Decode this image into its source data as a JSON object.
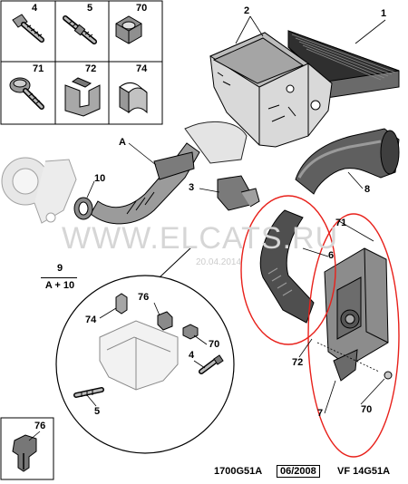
{
  "parts_grid": {
    "cells": [
      {
        "num": "4"
      },
      {
        "num": "5"
      },
      {
        "num": "70"
      },
      {
        "num": "71"
      },
      {
        "num": "72"
      },
      {
        "num": "74"
      }
    ]
  },
  "callouts": {
    "c1": "1",
    "c2": "2",
    "cA": "A",
    "c3": "3",
    "c10": "10",
    "c8": "8",
    "c71": "71",
    "c6": "6",
    "c72": "72",
    "c7": "7",
    "c70": "70"
  },
  "formula": {
    "top": "9",
    "bottom": "A + 10"
  },
  "detail": {
    "c76": "76",
    "c74": "74",
    "c70": "70",
    "c4": "4",
    "c5": "5"
  },
  "corner_box": {
    "num": "76"
  },
  "watermark": {
    "text": "WWW.ELCATS.RU",
    "date": "20.04.2014"
  },
  "footer": {
    "code_left": "1700G51A",
    "date": "06/2008",
    "code_right": "VF 14G51A"
  },
  "colors": {
    "line": "#000000",
    "grey": "#bdbdbd",
    "dark": "#4a4a4a",
    "highlight": "#e8201a"
  }
}
